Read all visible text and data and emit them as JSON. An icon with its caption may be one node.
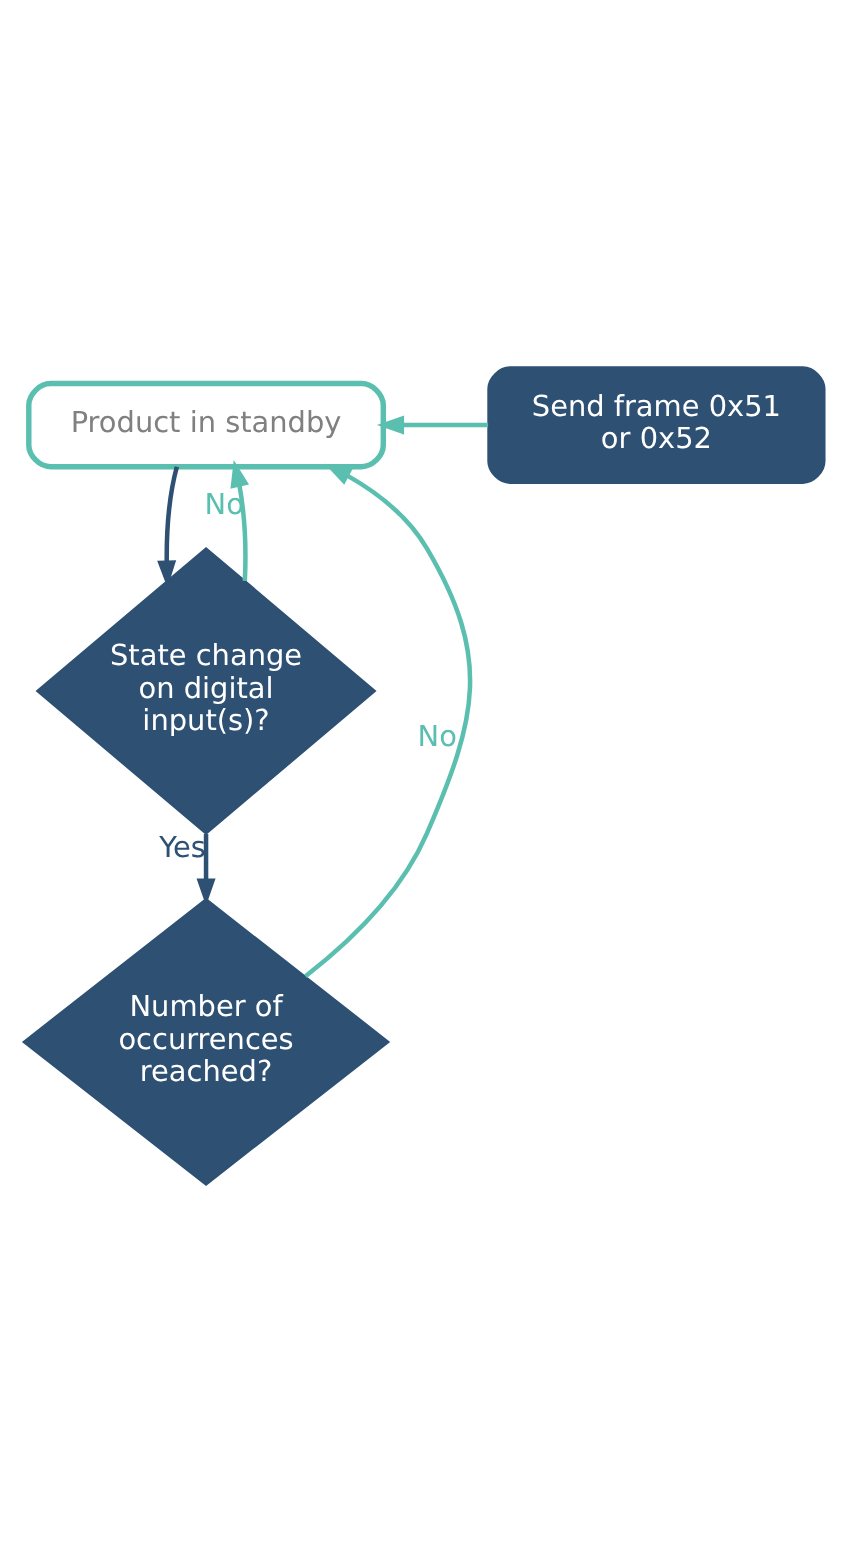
{
  "diagram": {
    "nodes": [
      {
        "text": [
          "Product in standby"
        ]
      },
      {
        "text": [
          "State change on digital input(s)?"
        ]
      },
      {
        "text": [
          "Number of occurrences reached?"
        ]
      },
      {
        "text": [
          "Send frame 0x51 or 0x52"
        ]
      }
    ],
    "edges": [
      {
        "from": 0,
        "to": 1,
        "arrow": "to",
        "color": "#2d5073"
      },
      {
        "from": 1,
        "to": 2,
        "arrow": "to",
        "label": "Yes",
        "color": "#2d5073"
      },
      {
        "from": 1,
        "to": 0,
        "arrow": "to",
        "label": "No",
        "color": "#5bbfb0"
      },
      {
        "from": 2,
        "to": 0,
        "arrow": "to",
        "label": "No",
        "color": "#5bbfb0"
      },
      {
        "from": 3,
        "to": 0,
        "arrow": "to",
        "color": "#5bbfb0"
      }
    ]
  }
}
